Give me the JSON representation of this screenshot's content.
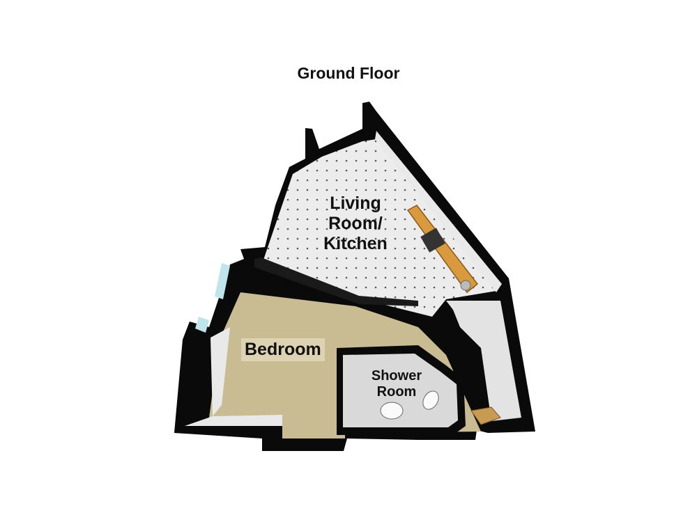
{
  "floor_title": "Ground Floor",
  "rooms": {
    "living": {
      "line1": "Living",
      "line2": "Room/",
      "line3": "Kitchen"
    },
    "bedroom": {
      "label": "Bedroom"
    },
    "shower": {
      "line1": "Shower",
      "line2": "Room"
    }
  },
  "colors": {
    "wall": "#0a0a0a",
    "wall_inner": "#e9e9e9",
    "living_floor": "#ececec",
    "bedroom_floor": "#c9bc92",
    "shower_floor": "#d9d9d9",
    "kitchen_counter": "#d99a3e",
    "window": "#bfe5ea"
  }
}
